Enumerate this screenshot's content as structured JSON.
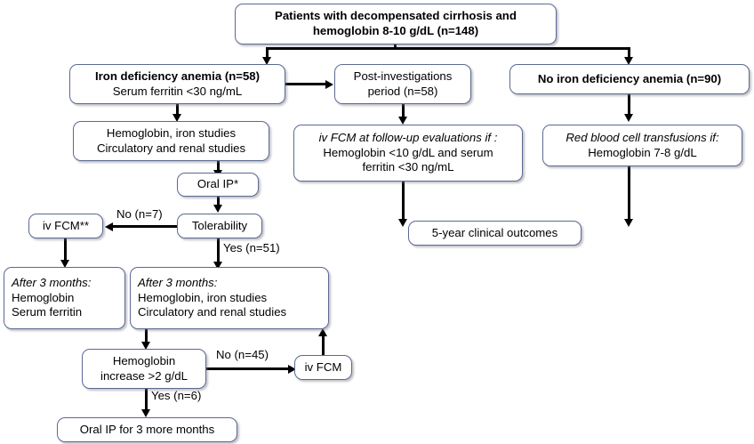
{
  "diagram": {
    "title": "Patient flow diagram: decompensated cirrhosis with anemia",
    "type": "flowchart",
    "border_color": "#5b6a93",
    "line_color": "#000000",
    "background": "#ffffff"
  },
  "nodes": {
    "root": {
      "line1": "Patients with decompensated cirrhosis and",
      "line2": "hemoglobin 8-10 g/dL (n=148)"
    },
    "ida": {
      "line1": "Iron deficiency anemia (n=58)",
      "line2": "Serum ferritin <30 ng/mL"
    },
    "postinv": {
      "line1": "Post-investigations",
      "line2": "period (n=58)"
    },
    "noida": {
      "line1": "No iron deficiency anemia (n=90)"
    },
    "studies1": {
      "line1": "Hemoglobin, iron studies",
      "line2": "Circulatory and renal studies"
    },
    "fcm_followup": {
      "line1": "iv FCM at follow-up evaluations if :",
      "line2": "Hemoglobin <10 g/dL and serum",
      "line3": "ferritin <30 ng/mL"
    },
    "rbc": {
      "line1": "Red blood cell transfusions if:",
      "line2": "Hemoglobin 7-8 g/dL"
    },
    "oral_ip": {
      "line1": "Oral IP*"
    },
    "tolerability": {
      "line1": "Tolerability"
    },
    "iv_fcm_star": {
      "line1": "iv FCM**"
    },
    "outcomes": {
      "line1": "5-year clinical outcomes"
    },
    "after3_left": {
      "line1": "After 3 months:",
      "line2": "Hemoglobin",
      "line3": "Serum ferritin"
    },
    "after3_right": {
      "line1": "After 3 months:",
      "line2": "Hemoglobin, iron studies",
      "line3": "Circulatory and renal studies"
    },
    "hb_increase": {
      "line1": "Hemoglobin",
      "line2": "increase >2 g/dL"
    },
    "iv_fcm": {
      "line1": "iv FCM"
    },
    "oral_ip_more": {
      "line1": "Oral IP for 3 more months"
    }
  },
  "edge_labels": {
    "tolerability_no": "No (n=7)",
    "tolerability_yes": "Yes (n=51)",
    "hb_no": "No (n=45)",
    "hb_yes": "Yes (n=6)"
  }
}
